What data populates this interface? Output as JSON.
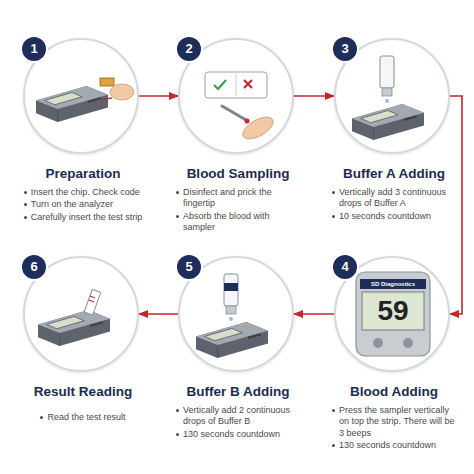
{
  "diagram": {
    "nodes": [
      {
        "text": [
          "1",
          "Preparation",
          "Insert the chip. Check code",
          "Turn on the analyzer",
          "Carefully insert the test strip"
        ]
      },
      {
        "text": [
          "2",
          "Blood Sampling",
          "Disinfect and prick the fingertip",
          "Absorb the blood with sampler"
        ]
      },
      {
        "text": [
          "3",
          "Buffer A Adding",
          "Vertically add 3 continuous drops of Buffer A",
          "10 seconds countdown"
        ]
      },
      {
        "text": [
          "4",
          "Blood Adding",
          "Press the sampler vertically on top the strip. There will be 3 beeps",
          "130 seconds countdown"
        ]
      },
      {
        "text": [
          "5",
          "Buffer B Adding",
          "Vertically add 2 continuous drops of Buffer B",
          "130 seconds countdown"
        ]
      },
      {
        "text": [
          "6",
          "Result Reading",
          "Read the test result"
        ]
      }
    ],
    "edges": [
      {
        "from": 0,
        "to": 1,
        "arrow": "to"
      },
      {
        "from": 1,
        "to": 2,
        "arrow": "to"
      },
      {
        "from": 2,
        "to": 3,
        "arrow": "to"
      },
      {
        "from": 3,
        "to": 4,
        "arrow": "to"
      },
      {
        "from": 4,
        "to": 5,
        "arrow": "to"
      }
    ],
    "labels": [
      "SD Diagnostics",
      "59"
    ]
  }
}
